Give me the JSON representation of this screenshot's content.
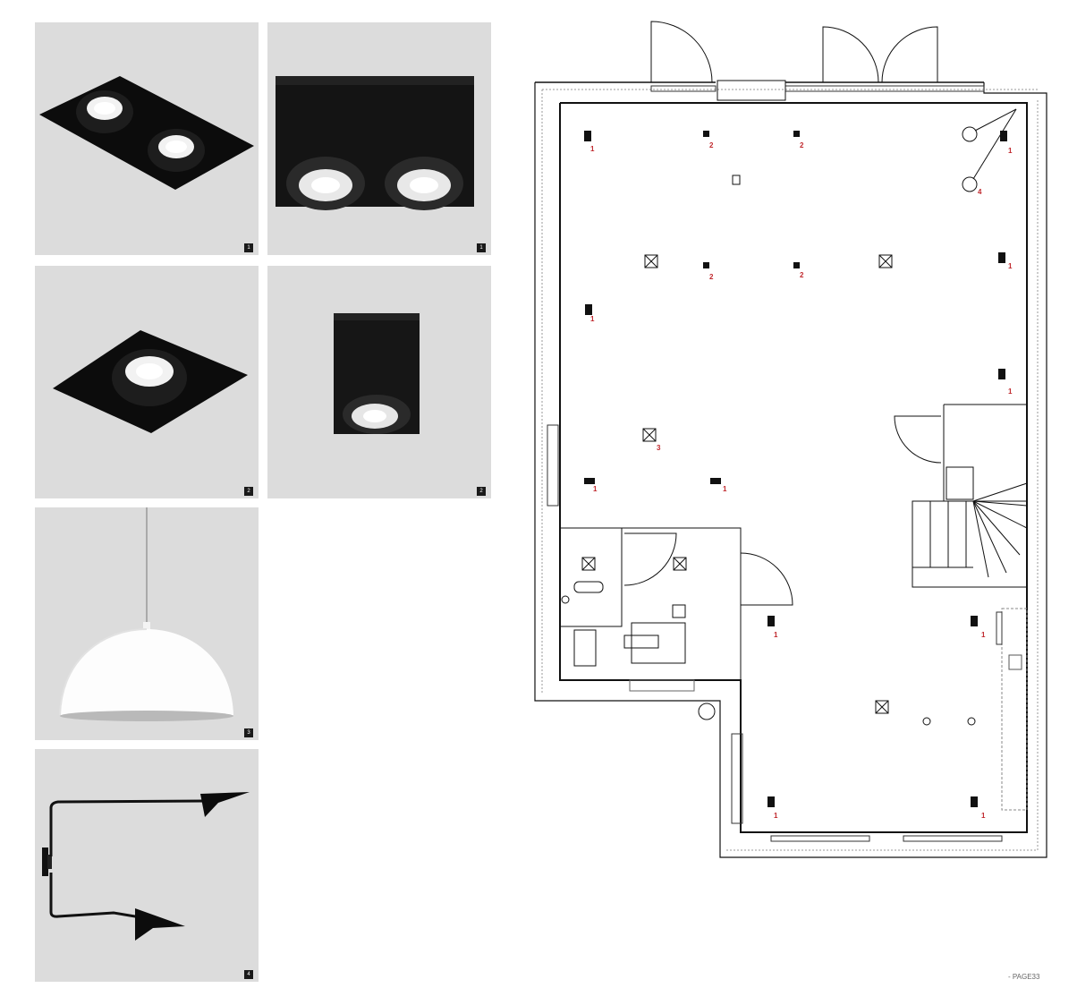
{
  "tiles": [
    {
      "badge": "1",
      "fixture": "double-recessed-spot"
    },
    {
      "badge": "1",
      "fixture": "double-surface-spot"
    },
    {
      "badge": "2",
      "fixture": "single-recessed-spot"
    },
    {
      "badge": "2",
      "fixture": "single-surface-spot"
    },
    {
      "badge": "3",
      "fixture": "dome-pendant"
    },
    {
      "badge": "4",
      "fixture": "two-arm-wall-lamp"
    }
  ],
  "plan_labels": {
    "l1": "1",
    "l2": "2",
    "l3": "2",
    "l4": "1",
    "l5": "4",
    "l6": "2",
    "l7": "2",
    "l8": "1",
    "l9": "1",
    "l10": "1",
    "l11": "3",
    "l12": "1",
    "l13": "1",
    "l14": "1",
    "l15": "1",
    "l16": "1",
    "l17": "1"
  },
  "page_label": "- PAGE33"
}
